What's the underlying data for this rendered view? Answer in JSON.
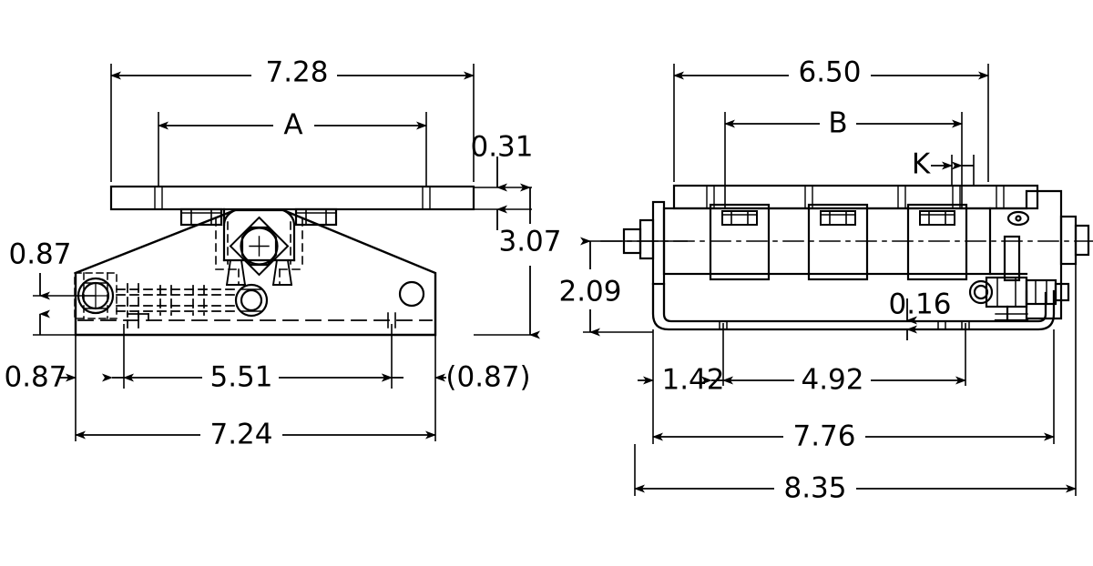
{
  "drawing": {
    "background_color": "#ffffff",
    "line_color": "#000000",
    "title": "Mechanical Assembly Dimensioned Drawing",
    "views": [
      {
        "name": "front-elevation-view",
        "position": "left"
      },
      {
        "name": "side-elevation-view",
        "position": "right"
      }
    ]
  },
  "left_view": {
    "dimensions": {
      "overall_plate_width": "7.28",
      "bolt_pattern_width_symbol": "A",
      "plate_thickness": "0.31",
      "overall_height": "3.07",
      "bolt_height_from_base": "0.87",
      "left_edge_to_bolt": "0.87",
      "bolt_to_bolt_span": "5.51",
      "right_reference": "(0.87)",
      "base_overall_width": "7.24"
    }
  },
  "right_view": {
    "dimensions": {
      "overall_plate_width": "6.50",
      "roller_span_symbol": "B",
      "flange_offset_symbol": "K",
      "axle_height": "2.09",
      "bottom_rail_thickness": "0.16",
      "left_edge_to_first_roller": "1.42",
      "roller_center_span": "4.92",
      "frame_width": "7.76",
      "overall_width": "8.35"
    }
  }
}
